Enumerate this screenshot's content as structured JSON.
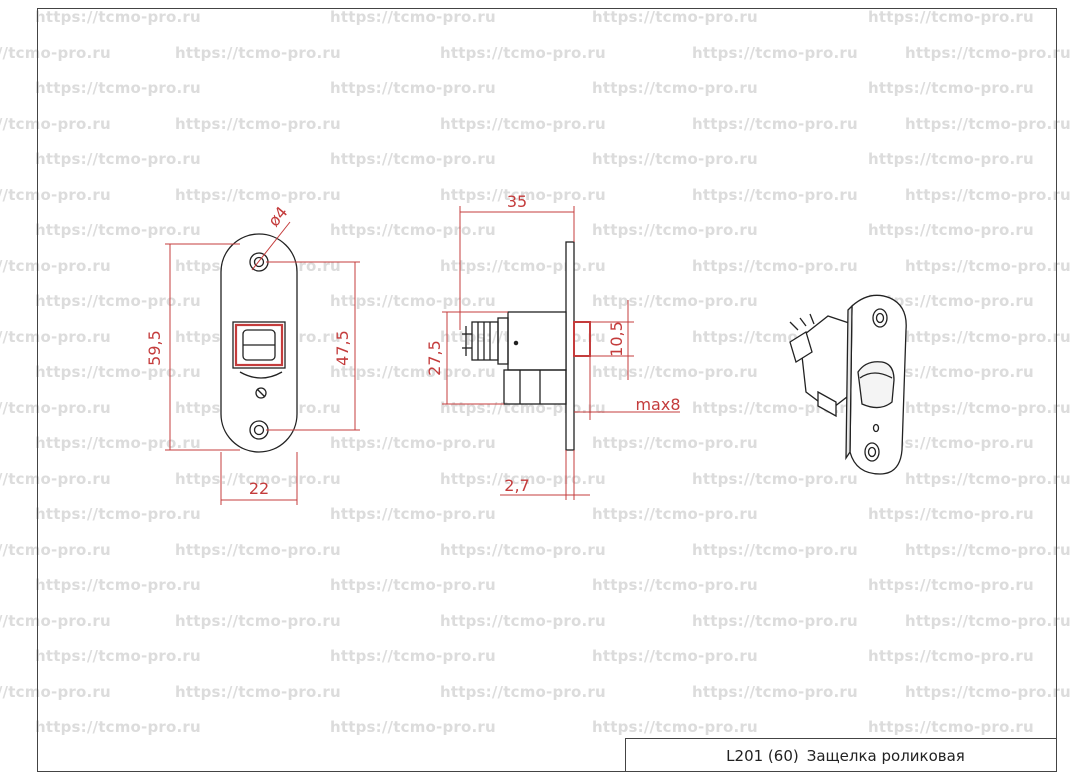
{
  "watermark": {
    "text": "https://tcmo-pro.ru"
  },
  "colors": {
    "dimension": "#c43c3c",
    "line": "#222222",
    "watermark": "#dcdcdc"
  },
  "dimensions": {
    "hole_dia": "ø4",
    "total_height": "59,5",
    "hole_spacing": "47,5",
    "width": "22",
    "depth": "35",
    "body_height": "27,5",
    "roller_height": "10,5",
    "protrusion": "max8",
    "plate_thickness": "2,7"
  },
  "title_block": {
    "code": "L201 (60)",
    "name": "Защелка роликовая"
  }
}
